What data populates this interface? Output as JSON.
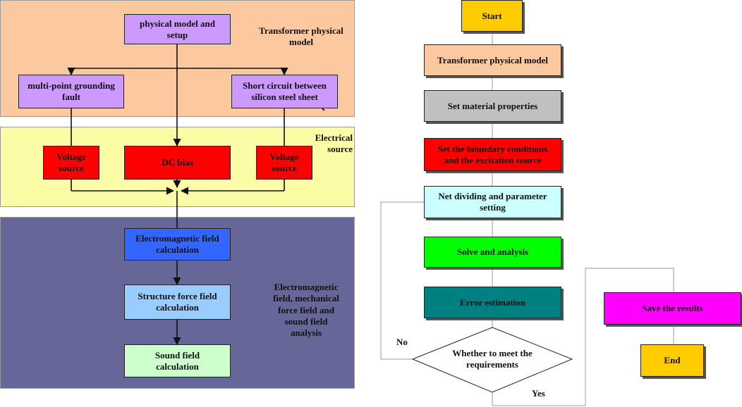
{
  "left_diagram": {
    "regions": {
      "physical": {
        "label": "Transformer physical\nmodel",
        "color": "#fbc89f"
      },
      "electrical": {
        "label": "Electrical\nsource",
        "color": "#fdfca6"
      },
      "fields": {
        "label": "Electromagnetic\nfield, mechanical\nforce field and\nsound field\nanalysis",
        "color": "#666699"
      }
    },
    "boxes": {
      "physical_model": {
        "label": "physical model and\nsetup",
        "color": "#cc99ff"
      },
      "grounding_fault": {
        "label": "multi-point grounding\nfault",
        "color": "#cc99ff"
      },
      "short_circuit": {
        "label": "Short circuit between\nsilicon steel sheet",
        "color": "#cc99ff"
      },
      "voltage_left": {
        "label": "Voltage\nsource",
        "color": "#ff0000"
      },
      "dc_bias": {
        "label": "DC bias",
        "color": "#ff0000"
      },
      "voltage_right": {
        "label": "Voltage\nsource",
        "color": "#ff0000"
      },
      "em_field": {
        "label": "Electromagnetic field\ncalculation",
        "color": "#3366ff"
      },
      "structure_force": {
        "label": "Structure force field\ncalculation",
        "color": "#99ccff"
      },
      "sound_field": {
        "label": "Sound field\ncalculation",
        "color": "#ccffcc"
      }
    }
  },
  "right_flowchart": {
    "steps": {
      "start": {
        "label": "Start",
        "color": "#ffcc00"
      },
      "transformer_model": {
        "label": "Transformer physical model",
        "color": "#fbc89f"
      },
      "material": {
        "label": "Set material properties",
        "color": "#c0c0c0"
      },
      "boundary": {
        "label": "Set the boundary conditions\nand the excitation source",
        "color": "#ff0000"
      },
      "mesh": {
        "label": "Net dividing and parameter\nsetting",
        "color": "#ccffff"
      },
      "solve": {
        "label": "Solve and analysis",
        "color": "#00ff00"
      },
      "error": {
        "label": "Error estimation",
        "color": "#008080"
      },
      "decision": {
        "label": "Whether to meet the\nrequirements",
        "color": "#ffffff"
      },
      "save": {
        "label": "Save the results",
        "color": "#ff00ff"
      },
      "end": {
        "label": "End",
        "color": "#ffcc00"
      }
    },
    "branch_labels": {
      "no": "No",
      "yes": "Yes"
    }
  }
}
